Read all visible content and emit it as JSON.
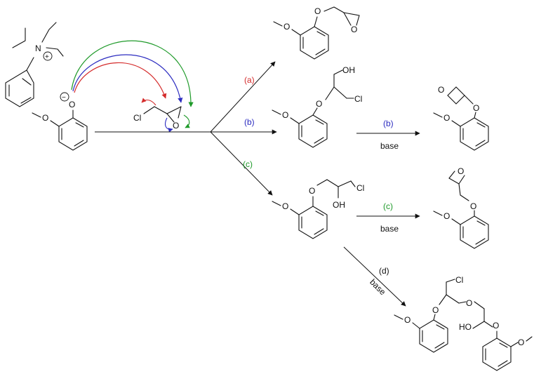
{
  "atoms": {
    "O": "O",
    "N": "N",
    "Cl": "Cl",
    "OH": "OH",
    "HO": "HO",
    "plus": "+",
    "minus": "−"
  },
  "labels": {
    "a": "(a)",
    "b": "(b)",
    "c": "(c)",
    "d": "(d)",
    "base": "base"
  },
  "colors": {
    "pathway_a": "#d42a2a",
    "pathway_b": "#2c2cc0",
    "pathway_c": "#1f9a2a",
    "ink": "#111111"
  }
}
